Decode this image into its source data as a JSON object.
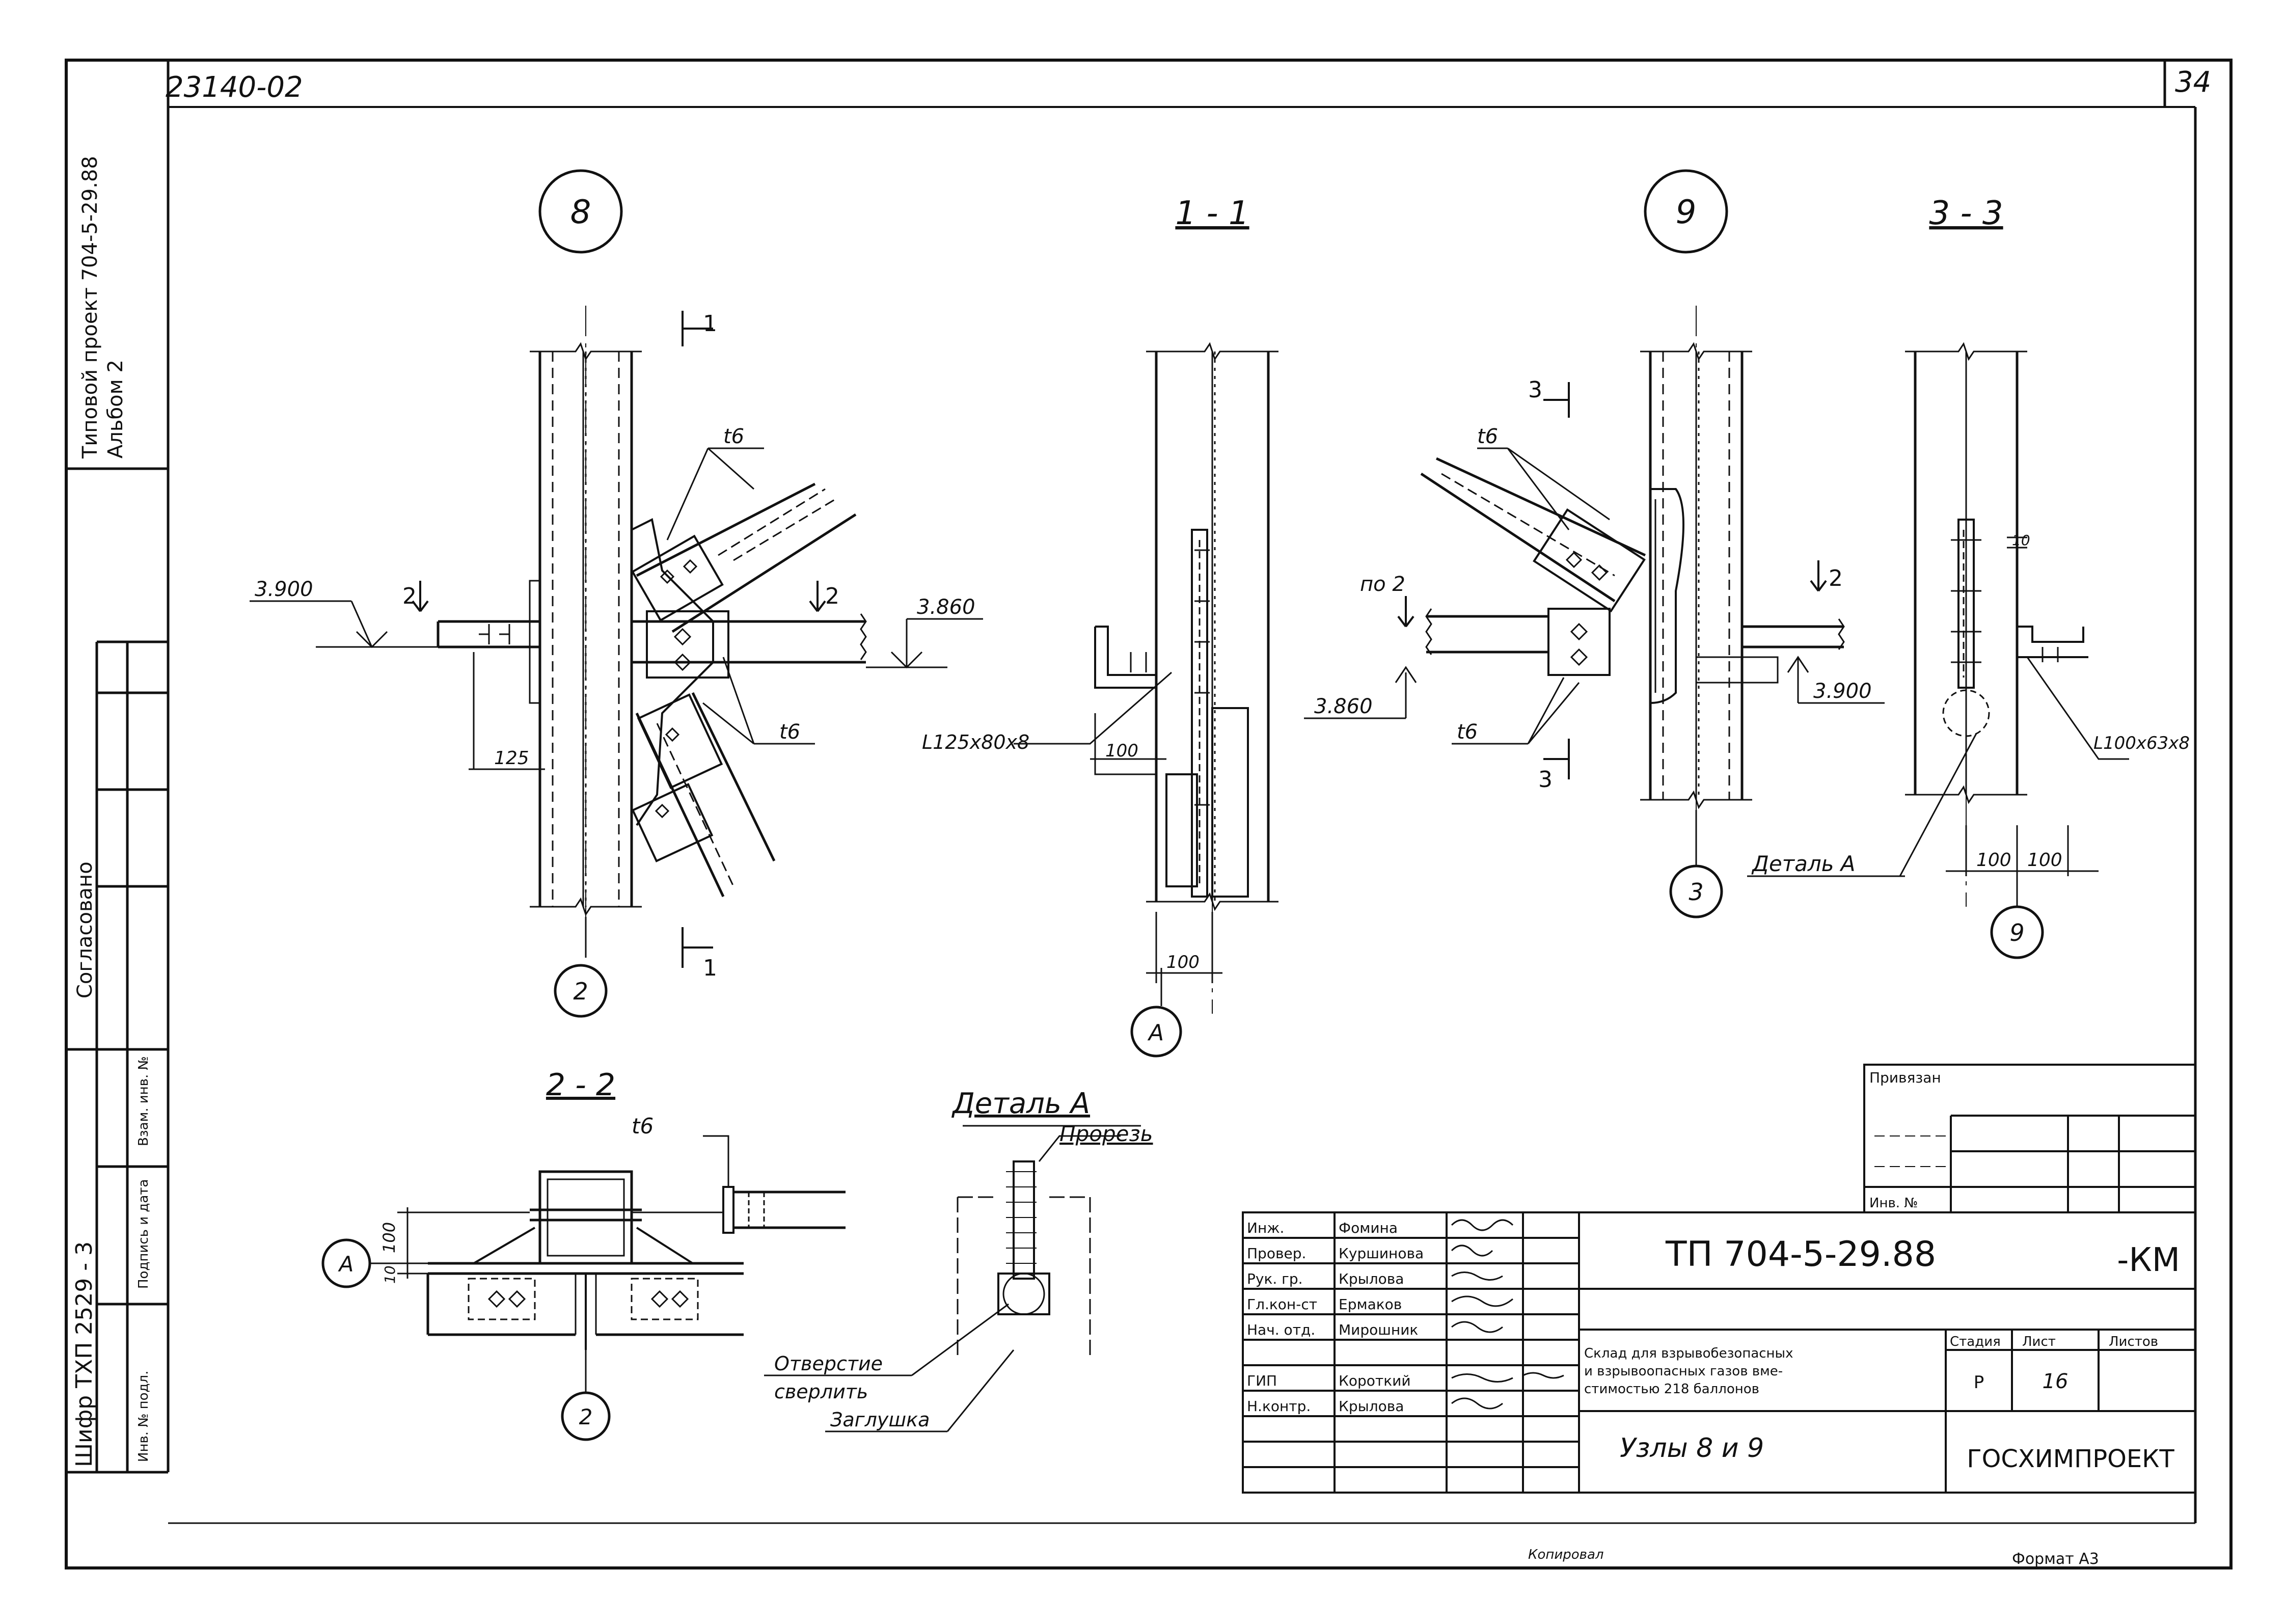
{
  "sheet": {
    "doc_number": "23140-02",
    "page_number": "34",
    "left_margin_line1": "Типовой проект 704-5-29.88",
    "left_margin_line2": "Альбом 2",
    "agreed_label": "Согласовано",
    "vzam_label": "Взам. инв. №",
    "sign_date_label": "Подпись и дата",
    "inv_podl_label": "Инв. № подл.",
    "cipher_label": "Шифр ТХП 2529 - 3",
    "bottom_copied": "Копировал",
    "bottom_format": "Формат А3"
  },
  "views": {
    "node8": {
      "callout": "8",
      "section_marks": [
        "1",
        "1",
        "2",
        "2"
      ],
      "elev_left": "3.900",
      "elev_right": "3.860",
      "plate_labels": [
        "t6",
        "t6"
      ],
      "dim_125": "125",
      "axis": "2"
    },
    "section11": {
      "title": "1 - 1",
      "angle_label": "L125x80x8",
      "dim_100a": "100",
      "dim_100b": "100",
      "axis": "А"
    },
    "node9": {
      "callout": "9",
      "section_marks": [
        "3",
        "3"
      ],
      "mark_po2": "по 2",
      "mark_2": "2",
      "elev_left": "3.860",
      "elev_right": "3.900",
      "plate_labels": [
        "t6",
        "t6"
      ],
      "axis": "3"
    },
    "section33": {
      "title": "3 - 3",
      "angle_label": "L100x63x8",
      "dim_10": "10",
      "dim_100a": "100",
      "dim_100b": "100",
      "detail_label": "Деталь А",
      "axis": "9"
    },
    "section22": {
      "title": "2 - 2",
      "plate_label": "t6",
      "dim_100": "100",
      "dim_10": "10",
      "axis_left": "А",
      "axis_bottom": "2"
    },
    "detailA": {
      "title": "Деталь А",
      "slot_label": "Прорезь",
      "hole_label_1": "Отверстие",
      "hole_label_2": "сверлить",
      "plug_label": "Заглушка"
    }
  },
  "title_block": {
    "approved_label": "Привязан",
    "inv_label": "Инв. №",
    "roles": [
      "Инж.",
      "Провер.",
      "Рук. гр.",
      "Гл.кон-ст",
      "Нач. отд.",
      "ГИП",
      "Н.контр."
    ],
    "names": [
      "Фомина",
      "Куршинова",
      "Крылова",
      "Ермаков",
      "Мирошник",
      "Короткий",
      "Крылова"
    ],
    "project_code": "ТП 704-5-29.88",
    "mark": "-КМ",
    "description_line1": "Склад для взрывобезопасных",
    "description_line2": "и взрывоопасных газов вме-",
    "description_line3": "стимостью 218 баллонов",
    "sheet_title": "Узлы 8 и 9",
    "stage_header": "Стадия",
    "sheet_header": "Лист",
    "sheets_header": "Листов",
    "stage_value": "Р",
    "sheet_value": "16",
    "org": "ГОСХИМПРОЕКТ"
  }
}
